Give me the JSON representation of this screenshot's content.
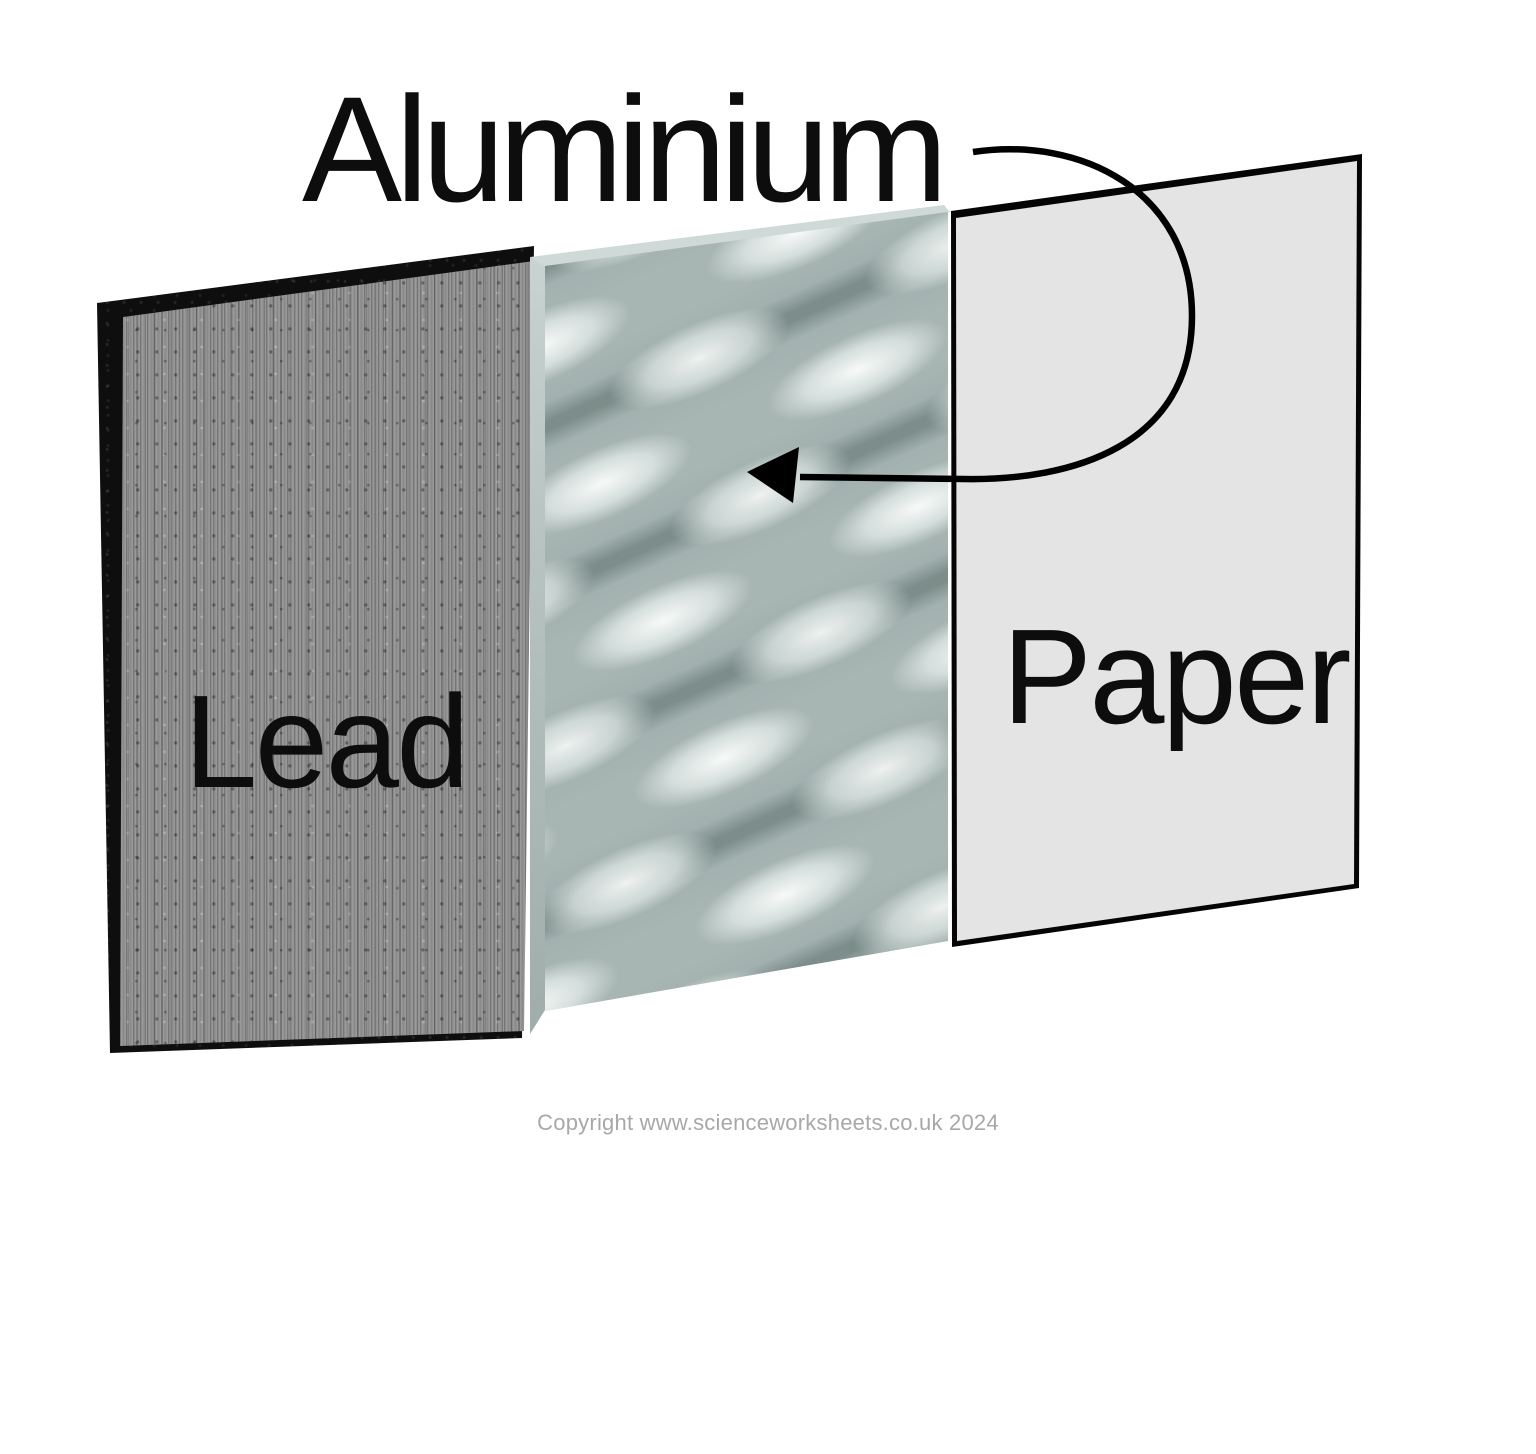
{
  "labels": {
    "aluminium": "Aluminium",
    "lead": "Lead",
    "paper": "Paper"
  },
  "footer": {
    "copyright": "Copyright www.scienceworksheets.co.uk 2024"
  },
  "icons": {
    "aluminium_arrow": "curved-arrow-pointing-left"
  },
  "colors": {
    "background": "#ffffff",
    "label_text": "#0d0d0d",
    "arrow": "#000000",
    "lead_edge": "#0e0e0e",
    "lead_base": "#969696",
    "aluminium_base": "#a7b5b3",
    "aluminium_side": "#c3cdcb",
    "aluminium_top": "#cfd9d7",
    "paper_fill": "#e4e4e4",
    "paper_border": "#050505",
    "copyright_text": "#a8a8a8"
  }
}
